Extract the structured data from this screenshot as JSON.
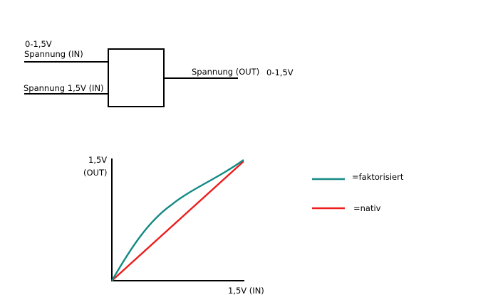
{
  "block_diagram": {
    "input1_range": "0-1,5V",
    "input1_label": "Spannung (IN)",
    "input2_label": "Spannung 1,5V  (IN)",
    "output_label": "Spannung (OUT)",
    "output_range": "0-1,5V"
  },
  "graph": {
    "y_axis_value": "1,5V",
    "y_axis_unit": "(OUT)",
    "x_axis_label": "1,5V  (IN)"
  },
  "legend": [
    {
      "label": "=faktorisiert",
      "color": "#138a84"
    },
    {
      "label": "=nativ",
      "color": "#ee1c1c"
    }
  ]
}
